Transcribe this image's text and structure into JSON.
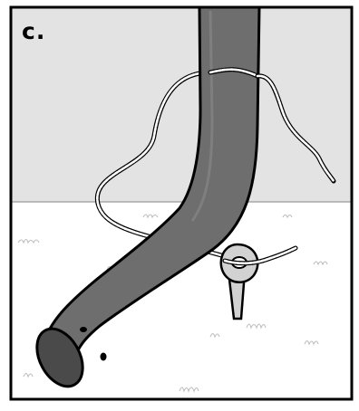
{
  "step_label": "c.",
  "colors": {
    "background_wall": "#e3e3e3",
    "ground": "#ffffff",
    "tube": "#6e6e6e",
    "tube_dark": "#4a4a4a",
    "outline": "#000000",
    "stake": "#d2d2d2"
  },
  "elements": {
    "tube": "bent-metal-tube",
    "rope": "rope",
    "stake": "ground-stake-hook",
    "grass": "grass-tufts"
  }
}
